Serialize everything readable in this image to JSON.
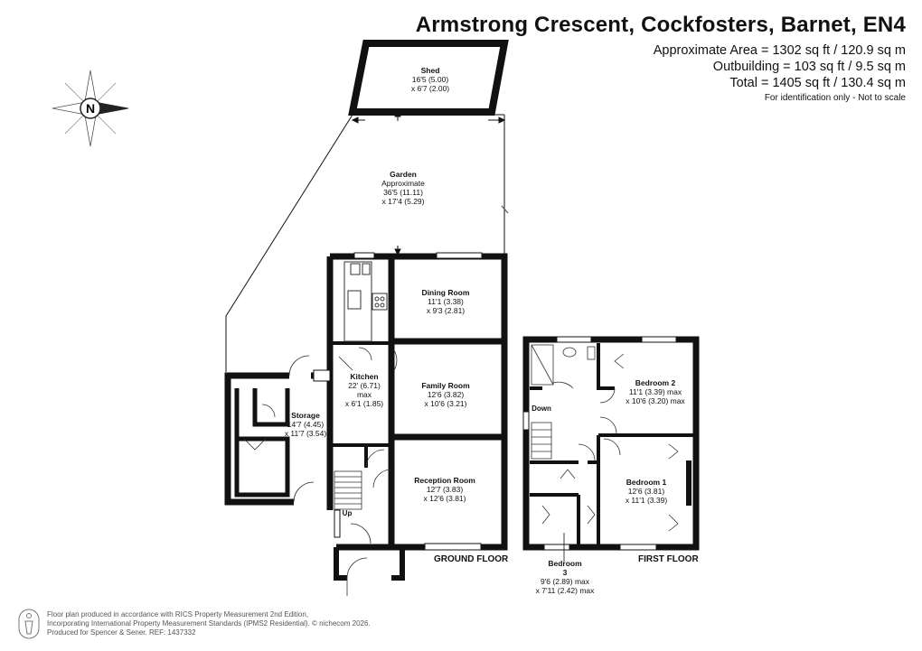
{
  "header": {
    "title": "Armstrong Crescent, Cockfosters, Barnet, EN4",
    "area_lines": [
      "Approximate Area = 1302 sq ft / 120.9 sq m",
      "Outbuilding = 103  sq ft / 9.5 sq m",
      "Total = 1405 sq ft / 130.4 sq m"
    ],
    "note": "For identification only - Not to scale"
  },
  "compass": {
    "letter": "N"
  },
  "rooms": {
    "shed": {
      "name": "Shed",
      "dim1": "16'5 (5.00)",
      "dim2": "x  6'7 (2.00)"
    },
    "garden": {
      "name": "Garden",
      "dim0": "Approximate",
      "dim1": "36'5 (11.11)",
      "dim2": "x  17'4 (5.29)"
    },
    "dining": {
      "name": "Dining Room",
      "dim1": "11'1 (3.38)",
      "dim2": "x 9'3 (2.81)"
    },
    "family": {
      "name": "Family Room",
      "dim1": "12'6 (3.82)",
      "dim2": "x 10'6 (3.21)"
    },
    "reception": {
      "name": "Reception Room",
      "dim1": "12'7 (3.83)",
      "dim2": "x 12'6 (3.81)"
    },
    "kitchen": {
      "name": "Kitchen",
      "dim1": "22' (6.71)",
      "dim2": "max",
      "dim3": "x 6'1 (1.85)"
    },
    "storage": {
      "name": "Storage",
      "dim1": "14'7 (4.45)",
      "dim2": "x 11'7 (3.54)"
    },
    "bedroom1": {
      "name": "Bedroom 1",
      "dim1": "12'6 (3.81)",
      "dim2": "x 11'1 (3.39)"
    },
    "bedroom2": {
      "name": "Bedroom 2",
      "dim1": "11'1 (3.39) max",
      "dim2": "x 10'6 (3.20) max"
    },
    "bedroom3": {
      "name": "Bedroom",
      "name2": "3",
      "dim1": "9'6 (2.89) max",
      "dim2": "x 7'11 (2.42) max"
    }
  },
  "stairs": {
    "up": "Up",
    "down": "Down"
  },
  "floors": {
    "ground": "GROUND FLOOR",
    "first": "FIRST FLOOR"
  },
  "footer": {
    "line1": "Floor plan produced in accordance with RICS Property Measurement 2nd Edition,",
    "line2": "Incorporating International Property Measurement Standards (IPMS2 Residential).  © nichecom 2026.",
    "line3": "Produced for Spencer & Sener.   REF: 1437332"
  }
}
